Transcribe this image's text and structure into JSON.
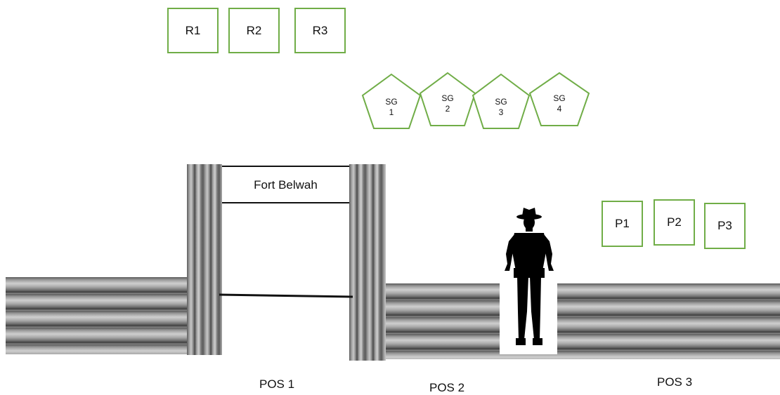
{
  "roles": [
    "R1",
    "R2",
    "R3"
  ],
  "shotgun_slots": [
    {
      "line1": "SG",
      "line2": "1"
    },
    {
      "line1": "SG",
      "line2": "2"
    },
    {
      "line1": "SG",
      "line2": "3"
    },
    {
      "line1": "SG",
      "line2": "4"
    }
  ],
  "pistols": [
    "P1",
    "P2",
    "P3"
  ],
  "fort_sign": "Fort Belwah",
  "positions": [
    "POS 1",
    "POS 2",
    "POS 3"
  ],
  "colors": {
    "box_border": "#70ad47",
    "silhouette": "#000000",
    "wood": "#9a9a9a"
  },
  "icons": {
    "figure": "cowboy-silhouette-icon"
  }
}
